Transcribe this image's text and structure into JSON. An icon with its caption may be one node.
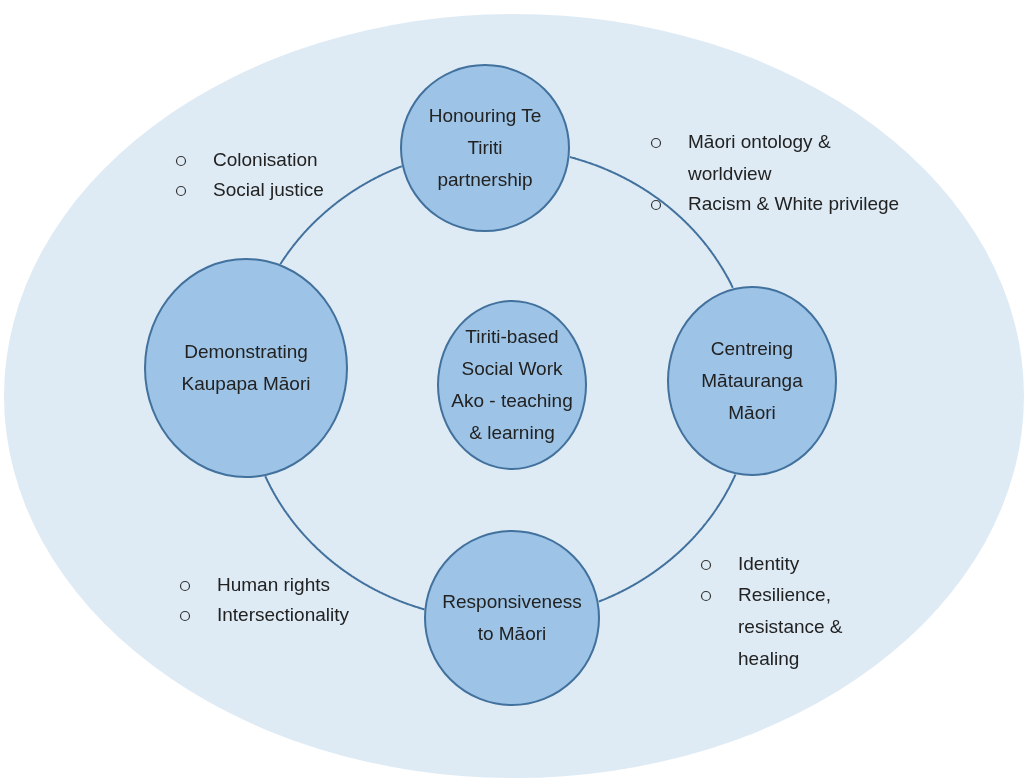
{
  "diagram": {
    "nodes": [
      {
        "text": [
          "Honouring Te Tiriti partnership"
        ]
      },
      {
        "text": [
          "Demonstrating Kaupapa Māori"
        ]
      },
      {
        "text": [
          "Tiriti-based Social Work Ako - teaching & learning"
        ]
      },
      {
        "text": [
          "Centreing Mātauranga Māori"
        ]
      },
      {
        "text": [
          "Responsiveness to Māori"
        ]
      }
    ],
    "edges": [
      {
        "from": 0,
        "to": 3,
        "arrow": "none"
      },
      {
        "from": 3,
        "to": 4,
        "arrow": "none"
      },
      {
        "from": 4,
        "to": 1,
        "arrow": "none"
      },
      {
        "from": 1,
        "to": 0,
        "arrow": "none"
      }
    ],
    "labels": [
      "Colonisation",
      "Social justice",
      "Māori ontology & worldview",
      "Racism & White privilege",
      "Human rights",
      "Intersectionality",
      "Identity",
      "Resilience, resistance & healing"
    ]
  }
}
